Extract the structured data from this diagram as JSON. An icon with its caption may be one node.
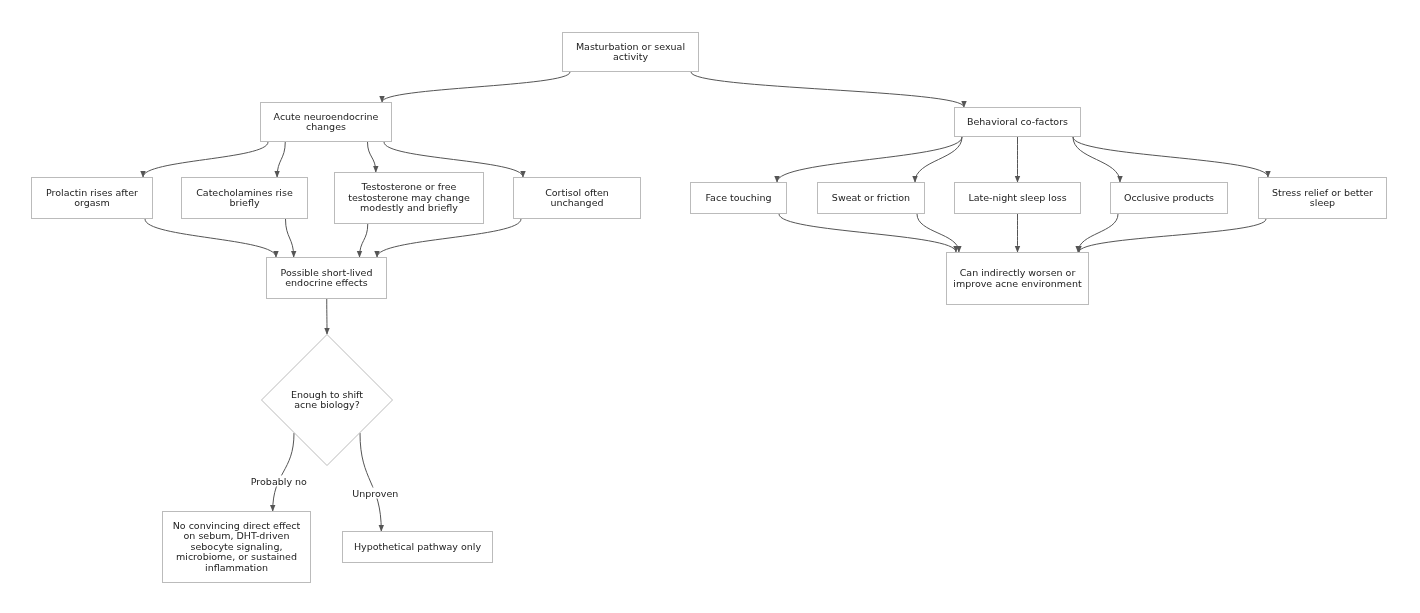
{
  "diagram": {
    "nodes": [
      {
        "text": [
          "Masturbation or sexual activity"
        ]
      },
      {
        "text": [
          "Acute neuroendocrine changes"
        ]
      },
      {
        "text": [
          "Behavioral co-factors"
        ]
      },
      {
        "text": [
          "Prolactin rises after orgasm"
        ]
      },
      {
        "text": [
          "Catecholamines rise briefly"
        ]
      },
      {
        "text": [
          "Testosterone or free testosterone may change modestly and briefly"
        ]
      },
      {
        "text": [
          "Cortisol often unchanged"
        ]
      },
      {
        "text": [
          "Face touching"
        ]
      },
      {
        "text": [
          "Sweat or friction"
        ]
      },
      {
        "text": [
          "Late-night sleep loss"
        ]
      },
      {
        "text": [
          "Occlusive products"
        ]
      },
      {
        "text": [
          "Stress relief or better sleep"
        ]
      },
      {
        "text": [
          "Possible short-lived endocrine effects"
        ]
      },
      {
        "text": [
          "Can indirectly worsen or improve acne environment"
        ]
      },
      {
        "text": [
          "Enough to shift acne biology?"
        ]
      },
      {
        "text": [
          "No convincing direct effect on sebum, DHT-driven sebocyte signaling, microbiome, or sustained inflammation"
        ]
      },
      {
        "text": [
          "Hypothetical pathway only"
        ]
      }
    ],
    "edges": [
      {
        "from": 0,
        "to": 1,
        "arrow": "to"
      },
      {
        "from": 0,
        "to": 2,
        "arrow": "to"
      },
      {
        "from": 1,
        "to": 3,
        "arrow": "to"
      },
      {
        "from": 1,
        "to": 4,
        "arrow": "to"
      },
      {
        "from": 1,
        "to": 5,
        "arrow": "to"
      },
      {
        "from": 1,
        "to": 6,
        "arrow": "to"
      },
      {
        "from": 2,
        "to": 7,
        "arrow": "to"
      },
      {
        "from": 2,
        "to": 8,
        "arrow": "to"
      },
      {
        "from": 2,
        "to": 9,
        "arrow": "to"
      },
      {
        "from": 2,
        "to": 10,
        "arrow": "to"
      },
      {
        "from": 2,
        "to": 11,
        "arrow": "to"
      },
      {
        "from": 3,
        "to": 12,
        "arrow": "to"
      },
      {
        "from": 4,
        "to": 12,
        "arrow": "to"
      },
      {
        "from": 5,
        "to": 12,
        "arrow": "to"
      },
      {
        "from": 6,
        "to": 12,
        "arrow": "to"
      },
      {
        "from": 7,
        "to": 13,
        "arrow": "to"
      },
      {
        "from": 8,
        "to": 13,
        "arrow": "to"
      },
      {
        "from": 9,
        "to": 13,
        "arrow": "to"
      },
      {
        "from": 10,
        "to": 13,
        "arrow": "to"
      },
      {
        "from": 11,
        "to": 13,
        "arrow": "to"
      },
      {
        "from": 12,
        "to": 14,
        "arrow": "to"
      },
      {
        "from": 14,
        "to": 15,
        "label": "Probably no",
        "arrow": "to"
      },
      {
        "from": 14,
        "to": 16,
        "label": "Unproven",
        "arrow": "to"
      }
    ]
  }
}
